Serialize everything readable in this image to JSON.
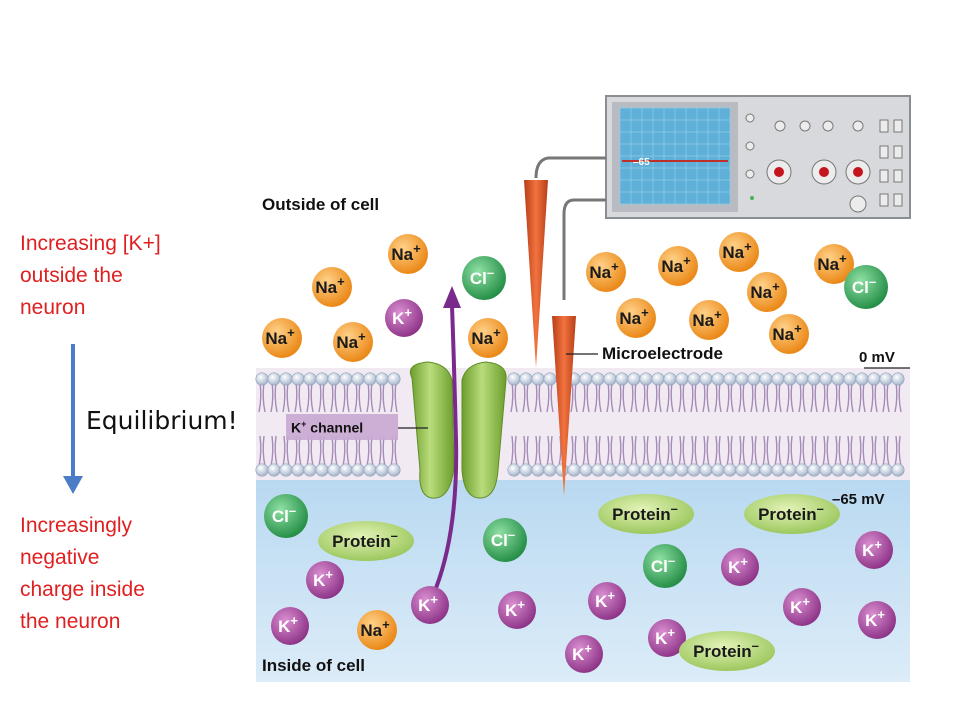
{
  "left_panel": {
    "top_text": [
      "Increasing [K+]",
      "outside the",
      "neuron"
    ],
    "equilibrium": "Equilibrium!",
    "bottom_text": [
      "Increasingly",
      "negative",
      "charge inside",
      "the neuron"
    ]
  },
  "diagram": {
    "outside_label": "Outside of cell",
    "inside_label": "Inside of cell",
    "microelectrode_label": "Microelectrode",
    "k_channel_label": "K",
    "k_channel_suffix": "channel",
    "zero_mv": "0 mV",
    "minus_mv": "–65 mV",
    "oscilloscope_reading": "–65"
  },
  "ions": {
    "na": "Na",
    "k": "K",
    "cl": "Cl",
    "protein": "Protein",
    "plus": "+",
    "minus": "–"
  },
  "colors": {
    "side_text": "#e02020",
    "arrow_blue": "#4a7cc8",
    "na": "#f39a24",
    "k": "#9b3f93",
    "cl": "#2e9a4e",
    "protein": "#a8cf68",
    "electrode": "#d9532a",
    "channel": "#8ebd48",
    "k_path": "#7a2a8a",
    "inside_bg": "#cde4f5"
  }
}
